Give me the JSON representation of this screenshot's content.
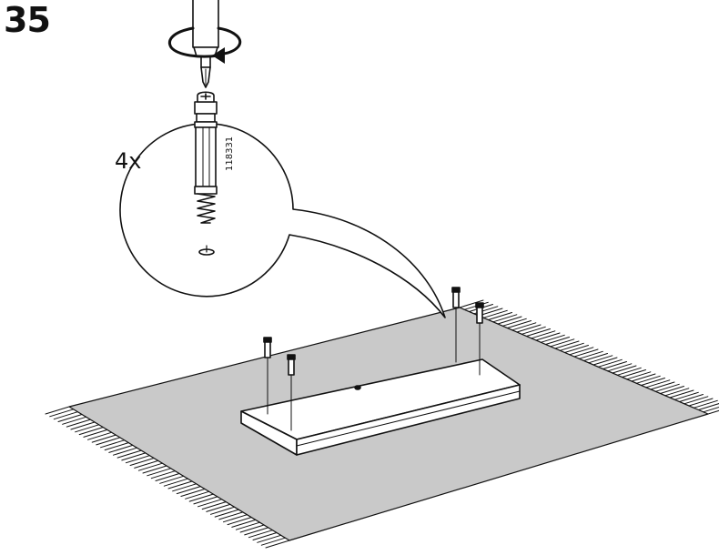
{
  "step": {
    "number": "35"
  },
  "callout": {
    "quantity": "4x",
    "part_number": "118331"
  },
  "colors": {
    "ink": "#111111",
    "rug": "#c9c9c9",
    "board": "#ffffff"
  },
  "icons": [
    "screwdriver-icon",
    "rotation-arrow-icon",
    "cam-lock-dowel-icon"
  ]
}
